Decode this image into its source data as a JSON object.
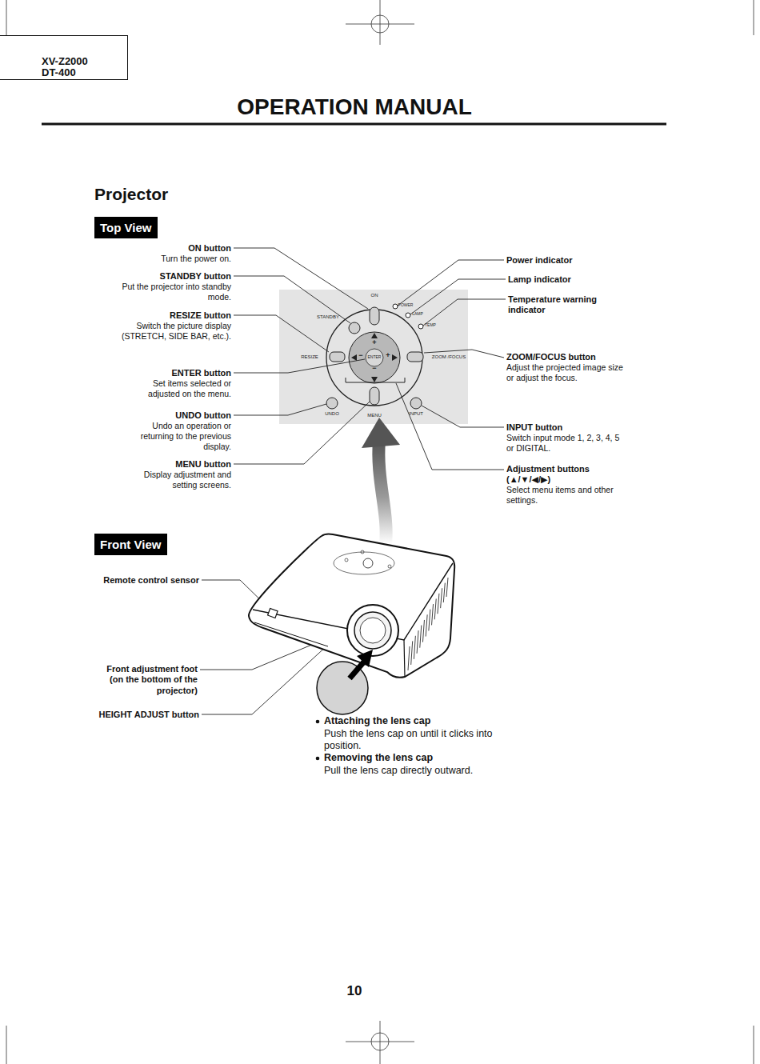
{
  "diagram": {
    "title": "OPERATION MANUAL",
    "nodes": [
      {
        "text": [
          "XV-Z2000",
          "DT-400"
        ]
      },
      {
        "text": [
          "Top View"
        ]
      },
      {
        "text": [
          "Front View"
        ]
      }
    ],
    "labels": [
      "Projector",
      "ON button",
      "Turn the power on.",
      "STANDBY button",
      "Put the projector into standby mode.",
      "RESIZE button",
      "Switch the picture display (STRETCH, SIDE BAR, etc.).",
      "ENTER button",
      "Set items selected or adjusted on the menu.",
      "UNDO button",
      "Undo an operation or returning to the previous display.",
      "MENU button",
      "Display adjustment and setting screens.",
      "Power indicator",
      "Lamp indicator",
      "Temperature warning indicator",
      "ZOOM/FOCUS button",
      "Adjust the projected image size or adjust the focus.",
      "INPUT button",
      "Switch input mode 1, 2, 3, 4, 5 or DIGITAL.",
      "Adjustment buttons (▲/▼/◀/▶)",
      "Select menu items and other settings.",
      "ON",
      "POWER",
      "LAMP",
      "TEMP",
      "STANDBY",
      "RESIZE",
      "ZOOM /FOCUS",
      "ENTER",
      "+",
      "−",
      "−",
      "+",
      "UNDO",
      "MENU",
      "INPUT",
      "Remote control sensor",
      "Front adjustment foot (on the bottom of the projector)",
      "HEIGHT ADJUST button",
      "Attaching the lens cap",
      "Push the lens cap on until it clicks into position.",
      "Removing the lens cap",
      "Pull the lens cap directly outward.",
      "10"
    ]
  }
}
